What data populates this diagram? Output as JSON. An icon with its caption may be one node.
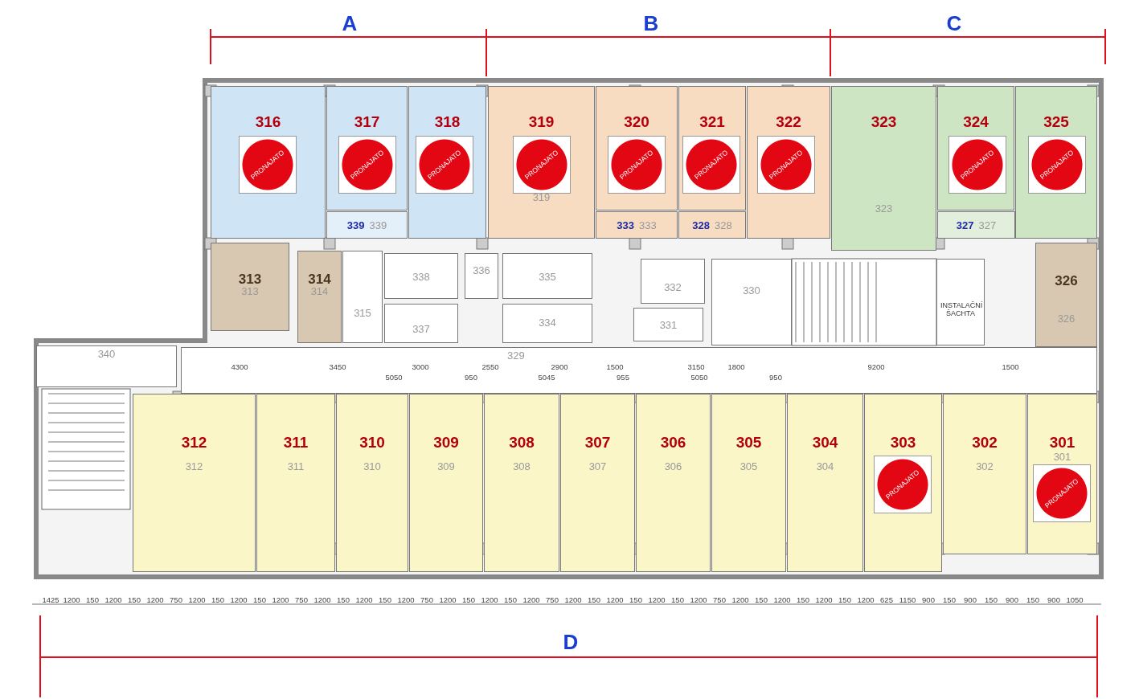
{
  "diagram": {
    "nodes": [
      {
        "text": [
          "316"
        ]
      },
      {
        "text": [
          "PRONAJATO"
        ],
        "in": 0
      },
      {
        "text": [
          "317"
        ]
      },
      {
        "text": [
          "PRONAJATO"
        ],
        "in": 2
      },
      {
        "text": [
          "318"
        ]
      },
      {
        "text": [
          "PRONAJATO"
        ],
        "in": 4
      },
      {
        "text": [
          "319",
          "319"
        ]
      },
      {
        "text": [
          "PRONAJATO"
        ],
        "in": 6
      },
      {
        "text": [
          "320"
        ]
      },
      {
        "text": [
          "PRONAJATO"
        ],
        "in": 8
      },
      {
        "text": [
          "321"
        ]
      },
      {
        "text": [
          "PRONAJATO"
        ],
        "in": 10
      },
      {
        "text": [
          "322"
        ]
      },
      {
        "text": [
          "PRONAJATO"
        ],
        "in": 12
      },
      {
        "text": [
          "323",
          "323"
        ]
      },
      {
        "text": [
          "324"
        ]
      },
      {
        "text": [
          "PRONAJATO"
        ],
        "in": 15
      },
      {
        "text": [
          "325"
        ]
      },
      {
        "text": [
          "PRONAJATO"
        ],
        "in": 17
      },
      {
        "text": [
          "339",
          "339"
        ]
      },
      {
        "text": [
          "333",
          "333"
        ]
      },
      {
        "text": [
          "328",
          "328"
        ]
      },
      {
        "text": [
          "327",
          "327"
        ]
      },
      {
        "text": [
          "313",
          "313"
        ]
      },
      {
        "text": [
          "314",
          "314"
        ]
      },
      {
        "text": [
          "315"
        ]
      },
      {
        "text": [
          "338"
        ]
      },
      {
        "text": [
          "336"
        ]
      },
      {
        "text": [
          "335"
        ]
      },
      {
        "text": [
          "332"
        ]
      },
      {
        "text": [
          "330"
        ]
      },
      {
        "text": [
          "INSTALAČNÍ ŠACHTA"
        ]
      },
      {
        "text": [
          "326",
          "326"
        ]
      },
      {
        "text": [
          "337"
        ]
      },
      {
        "text": [
          "334"
        ]
      },
      {
        "text": [
          "331"
        ]
      },
      {
        "text": [
          "340"
        ]
      },
      {
        "text": [
          "329"
        ]
      },
      {
        "text": [
          "312",
          "312"
        ]
      },
      {
        "text": [
          "311",
          "311"
        ]
      },
      {
        "text": [
          "310",
          "310"
        ]
      },
      {
        "text": [
          "309",
          "309"
        ]
      },
      {
        "text": [
          "308",
          "308"
        ]
      },
      {
        "text": [
          "307",
          "307"
        ]
      },
      {
        "text": [
          "306",
          "306"
        ]
      },
      {
        "text": [
          "305",
          "305"
        ]
      },
      {
        "text": [
          "304",
          "304"
        ]
      },
      {
        "text": [
          "303"
        ]
      },
      {
        "text": [
          "PRONAJATO"
        ],
        "in": 47
      },
      {
        "text": [
          "302",
          "302"
        ]
      },
      {
        "text": [
          "301",
          "301"
        ]
      },
      {
        "text": [
          "PRONAJATO"
        ],
        "in": 50
      }
    ],
    "edges": [],
    "labels": [
      "A",
      "B",
      "C",
      "4300",
      "3450",
      "3000",
      "2550",
      "2900",
      "1500",
      "3150",
      "1800",
      "9200",
      "1500",
      "5050",
      "950",
      "5045",
      "955",
      "5050",
      "950",
      "1425",
      "1200",
      "150",
      "1200",
      "150",
      "1200",
      "750",
      "1200",
      "150",
      "1200",
      "150",
      "1200",
      "750",
      "1200",
      "150",
      "1200",
      "150",
      "1200",
      "750",
      "1200",
      "150",
      "1200",
      "150",
      "1200",
      "750",
      "1200",
      "150",
      "1200",
      "150",
      "1200",
      "150",
      "1200",
      "750",
      "1200",
      "150",
      "1200",
      "150",
      "1200",
      "150",
      "1200",
      "625",
      "1150",
      "900",
      "150",
      "900",
      "150",
      "900",
      "150",
      "900",
      "1050",
      "D"
    ]
  }
}
